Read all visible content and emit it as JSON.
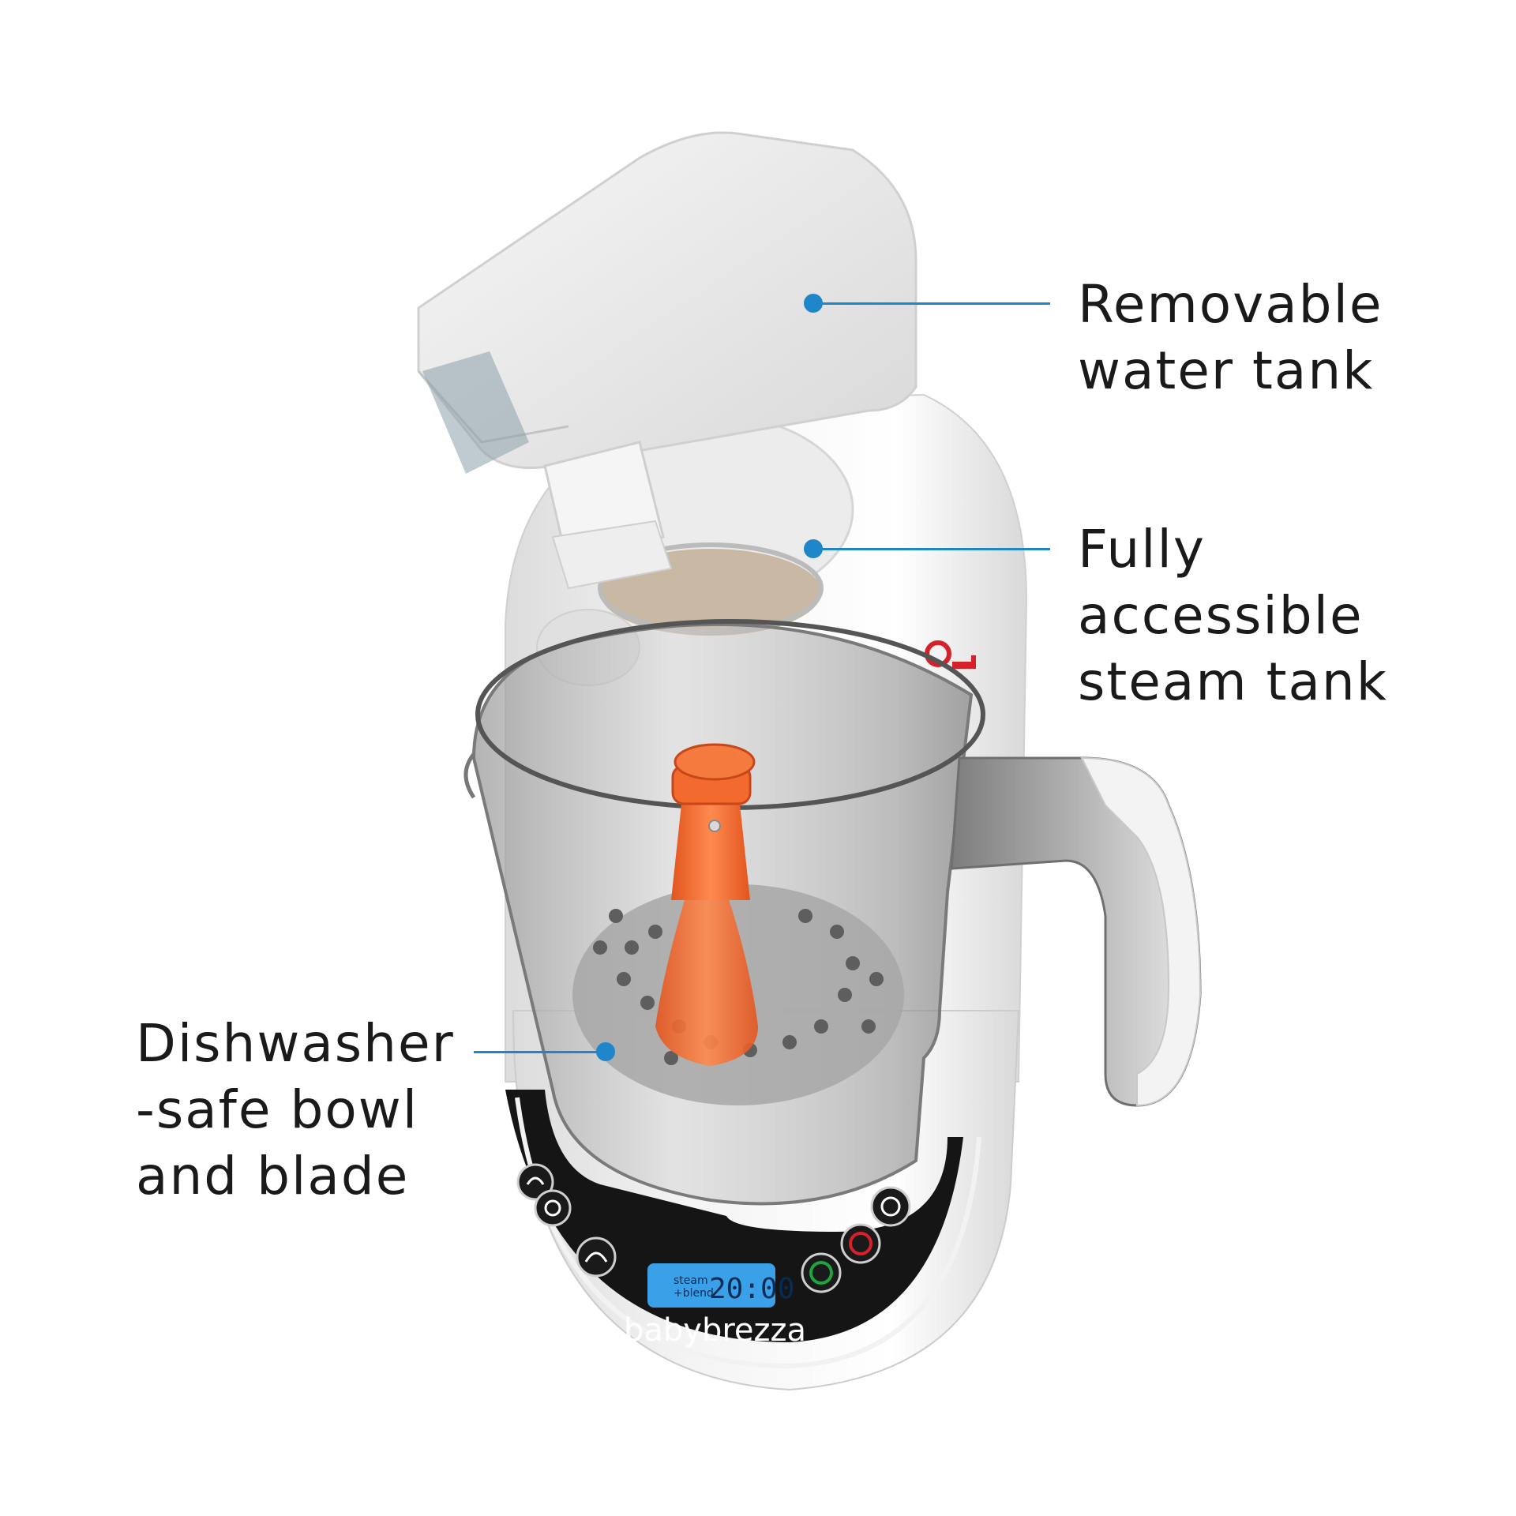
{
  "callouts": {
    "water_tank": {
      "line1": "Removable",
      "line2": "water tank"
    },
    "steam_tank": {
      "line1": "Fully",
      "line2": "accessible",
      "line3": "steam tank"
    },
    "bowl": {
      "line1": "Dishwasher",
      "line2": "-safe bowl",
      "line3": "and blade"
    }
  },
  "display": {
    "mode_line1": "steam",
    "mode_line2": "+blend",
    "timer": "20:00"
  },
  "brand": {
    "logo_text": "babybrezza"
  },
  "colors": {
    "accent": "#1f86c9",
    "display": "#3aa0e8",
    "blade": "#f26a2e",
    "panel": "#1a1a1a"
  }
}
